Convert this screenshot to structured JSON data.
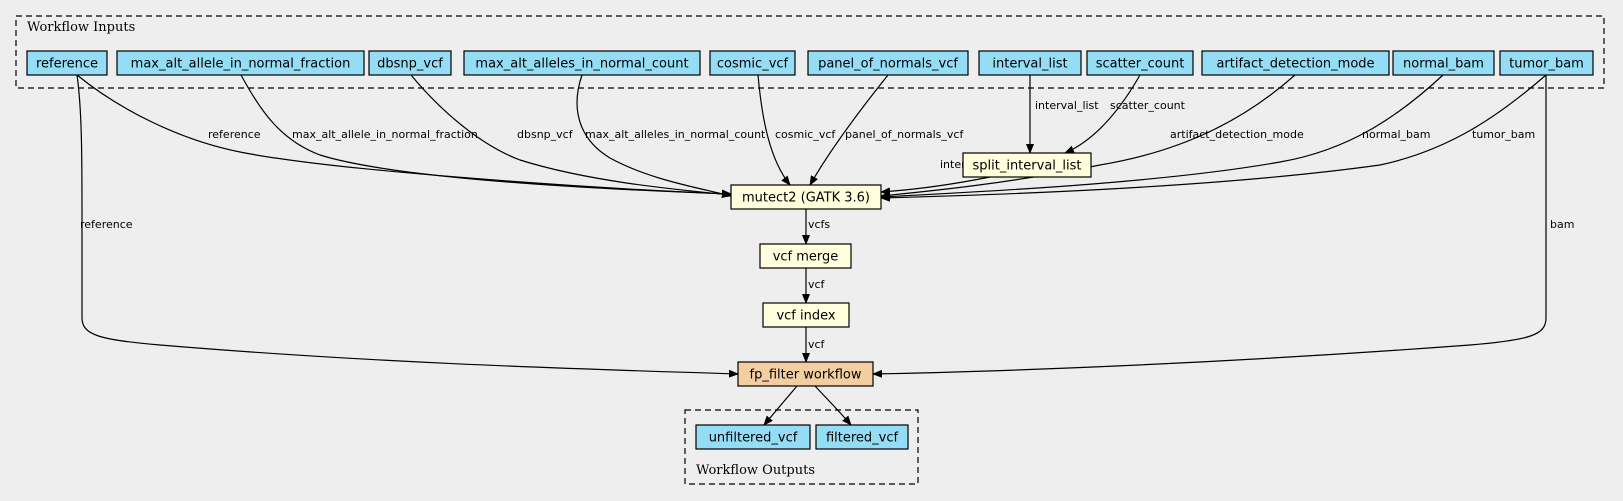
{
  "clusters": {
    "inputs_label": "Workflow Inputs",
    "outputs_label": "Workflow Outputs"
  },
  "inputs": [
    {
      "id": "reference",
      "label": "reference"
    },
    {
      "id": "max_alt_allele_in_normal_fraction",
      "label": "max_alt_allele_in_normal_fraction"
    },
    {
      "id": "dbsnp_vcf",
      "label": "dbsnp_vcf"
    },
    {
      "id": "max_alt_alleles_in_normal_count",
      "label": "max_alt_alleles_in_normal_count"
    },
    {
      "id": "cosmic_vcf",
      "label": "cosmic_vcf"
    },
    {
      "id": "panel_of_normals_vcf",
      "label": "panel_of_normals_vcf"
    },
    {
      "id": "interval_list",
      "label": "interval_list"
    },
    {
      "id": "scatter_count",
      "label": "scatter_count"
    },
    {
      "id": "artifact_detection_mode",
      "label": "artifact_detection_mode"
    },
    {
      "id": "normal_bam",
      "label": "normal_bam"
    },
    {
      "id": "tumor_bam",
      "label": "tumor_bam"
    }
  ],
  "steps": [
    {
      "id": "split_interval_list",
      "label": "split_interval_list",
      "kind": "step"
    },
    {
      "id": "mutect2",
      "label": "mutect2 (GATK 3.6)",
      "kind": "step"
    },
    {
      "id": "vcf_merge",
      "label": "vcf merge",
      "kind": "step"
    },
    {
      "id": "vcf_index",
      "label": "vcf index",
      "kind": "step"
    },
    {
      "id": "fp_filter",
      "label": "fp_filter workflow",
      "kind": "subwf"
    }
  ],
  "outputs": [
    {
      "id": "unfiltered_vcf",
      "label": "unfiltered_vcf"
    },
    {
      "id": "filtered_vcf",
      "label": "filtered_vcf"
    }
  ],
  "edges": [
    {
      "from": "reference",
      "to": "mutect2",
      "label": "reference"
    },
    {
      "from": "max_alt_allele_in_normal_fraction",
      "to": "mutect2",
      "label": "max_alt_allele_in_normal_fraction"
    },
    {
      "from": "dbsnp_vcf",
      "to": "mutect2",
      "label": "dbsnp_vcf"
    },
    {
      "from": "max_alt_alleles_in_normal_count",
      "to": "mutect2",
      "label": "max_alt_alleles_in_normal_count"
    },
    {
      "from": "cosmic_vcf",
      "to": "mutect2",
      "label": "cosmic_vcf"
    },
    {
      "from": "panel_of_normals_vcf",
      "to": "mutect2",
      "label": "panel_of_normals_vcf"
    },
    {
      "from": "interval_list",
      "to": "split_interval_list",
      "label": "interval_list"
    },
    {
      "from": "scatter_count",
      "to": "split_interval_list",
      "label": "scatter_count"
    },
    {
      "from": "split_interval_list",
      "to": "mutect2",
      "label": "interval_list"
    },
    {
      "from": "artifact_detection_mode",
      "to": "mutect2",
      "label": "artifact_detection_mode"
    },
    {
      "from": "normal_bam",
      "to": "mutect2",
      "label": "normal_bam"
    },
    {
      "from": "tumor_bam",
      "to": "mutect2",
      "label": "tumor_bam"
    },
    {
      "from": "mutect2",
      "to": "vcf_merge",
      "label": "vcfs"
    },
    {
      "from": "vcf_merge",
      "to": "vcf_index",
      "label": "vcf"
    },
    {
      "from": "reference",
      "to": "fp_filter",
      "label": "reference"
    },
    {
      "from": "vcf_index",
      "to": "fp_filter",
      "label": "vcf"
    },
    {
      "from": "tumor_bam",
      "to": "fp_filter",
      "label": "bam"
    },
    {
      "from": "fp_filter",
      "to": "unfiltered_vcf",
      "label": ""
    },
    {
      "from": "fp_filter",
      "to": "filtered_vcf",
      "label": ""
    }
  ]
}
